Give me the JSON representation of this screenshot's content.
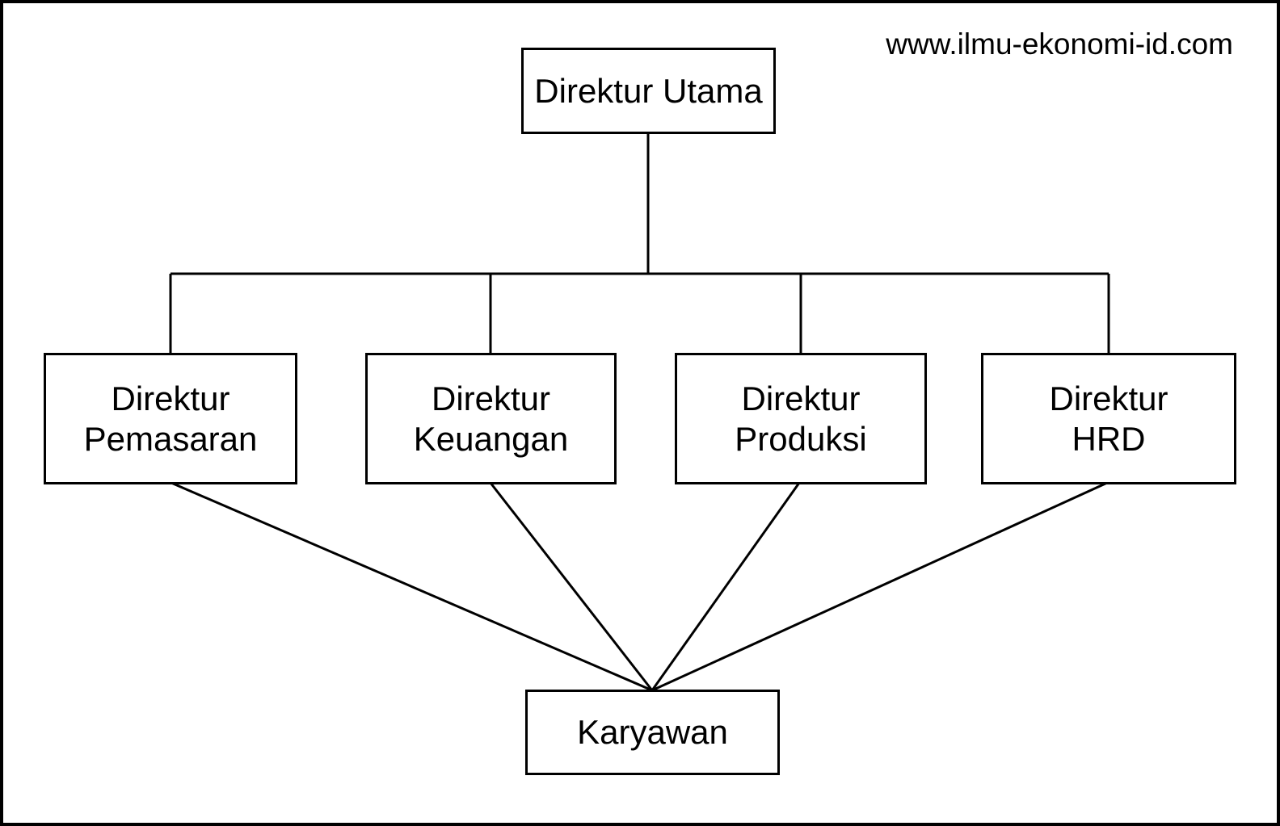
{
  "watermark": "www.ilmu-ekonomi-id.com",
  "org_chart": {
    "type": "organization-chart",
    "root": {
      "label": "Direktur Utama"
    },
    "directors": [
      {
        "line1": "Direktur",
        "line2": "Pemasaran"
      },
      {
        "line1": "Direktur",
        "line2": "Keuangan"
      },
      {
        "line1": "Direktur",
        "line2": "Produksi"
      },
      {
        "line1": "Direktur",
        "line2": "HRD"
      }
    ],
    "employees": {
      "label": "Karyawan"
    },
    "edges": [
      "Direktur Utama -> Direktur Pemasaran",
      "Direktur Utama -> Direktur Keuangan",
      "Direktur Utama -> Direktur Produksi",
      "Direktur Utama -> Direktur HRD",
      "Direktur Pemasaran -> Karyawan",
      "Direktur Keuangan -> Karyawan",
      "Direktur Produksi -> Karyawan",
      "Direktur HRD -> Karyawan"
    ]
  },
  "colors": {
    "background": "#ffffff",
    "line": "#000000",
    "text": "#000000"
  }
}
